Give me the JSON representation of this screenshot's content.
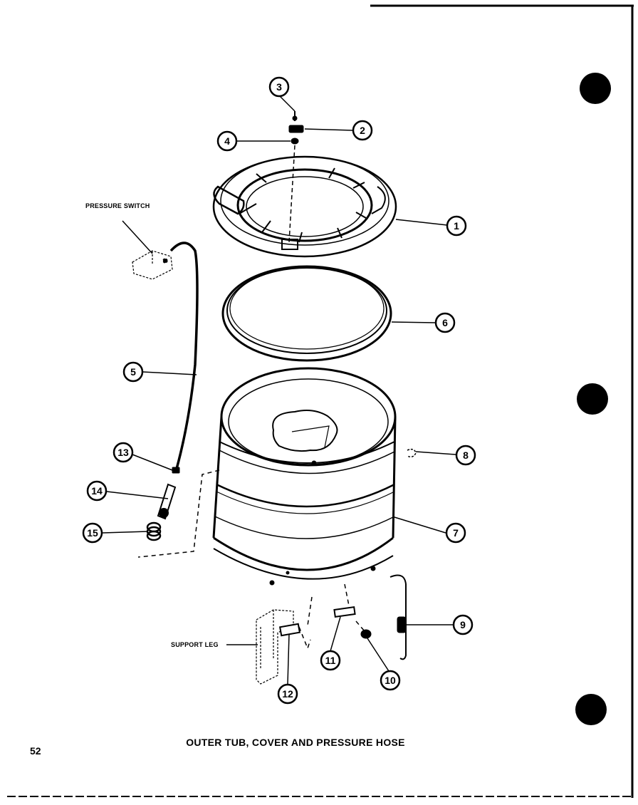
{
  "caption": "OUTER TUB, COVER AND PRESSURE HOSE",
  "page_number": "52",
  "labels": {
    "pressure_switch": "PRESSURE SWITCH",
    "support_leg": "SUPPORT LEG"
  },
  "callouts": {
    "c1": "1",
    "c2": "2",
    "c3": "3",
    "c4": "4",
    "c5": "5",
    "c6": "6",
    "c7": "7",
    "c8": "8",
    "c9": "9",
    "c10": "10",
    "c11": "11",
    "c12": "12",
    "c13": "13",
    "c14": "14",
    "c15": "15"
  }
}
